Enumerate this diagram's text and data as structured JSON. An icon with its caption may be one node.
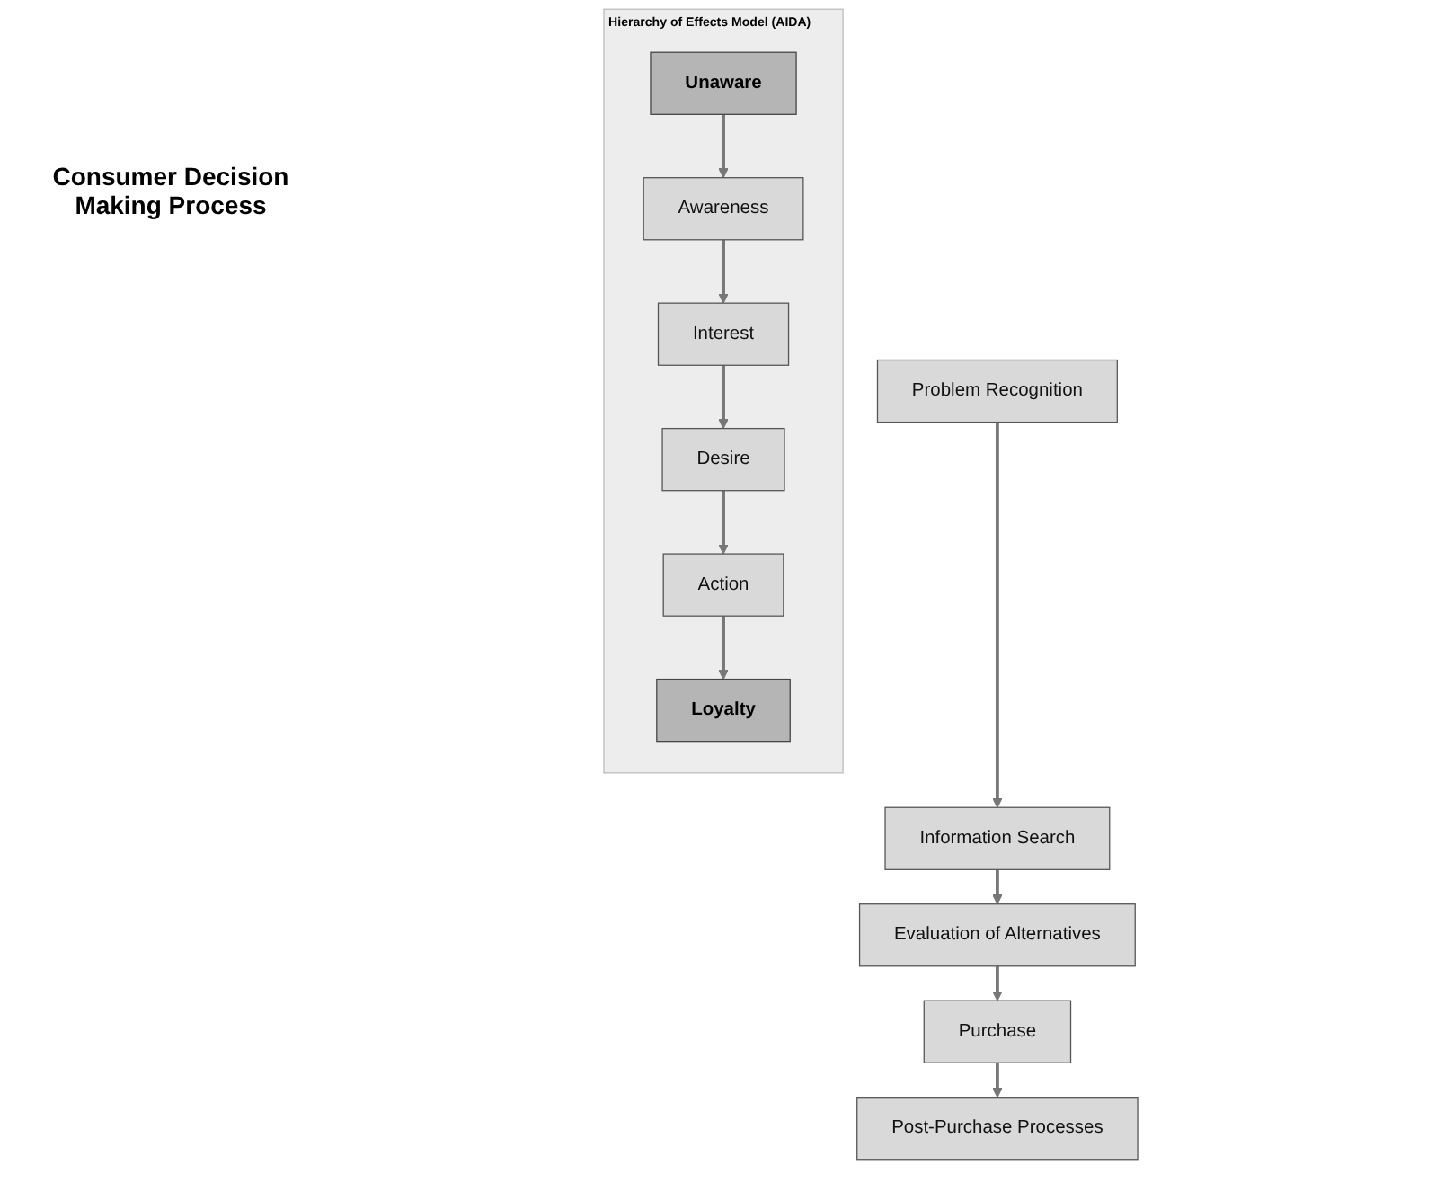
{
  "diagram": {
    "nodes": [
      {
        "text": [
          "Problem Recognition"
        ]
      },
      {
        "text": [
          "Information Search"
        ]
      },
      {
        "text": [
          "Evaluation of Alternatives"
        ]
      },
      {
        "text": [
          "Purchase"
        ]
      },
      {
        "text": [
          "Post-Purchase Processes"
        ]
      },
      {
        "text": [
          "Hierarchy of Effects Model (AIDA)"
        ]
      },
      {
        "text": [
          "Unaware"
        ],
        "in": 5
      },
      {
        "text": [
          "Awareness"
        ],
        "in": 5
      },
      {
        "text": [
          "Interest"
        ],
        "in": 5
      },
      {
        "text": [
          "Desire"
        ],
        "in": 5
      },
      {
        "text": [
          "Action"
        ],
        "in": 5
      },
      {
        "text": [
          "Loyalty"
        ],
        "in": 5
      }
    ],
    "edges": [
      {
        "from": 0,
        "to": 1,
        "arrow": "to"
      },
      {
        "from": 1,
        "to": 2,
        "arrow": "to"
      },
      {
        "from": 2,
        "to": 3,
        "arrow": "to"
      },
      {
        "from": 3,
        "to": 4,
        "arrow": "to"
      },
      {
        "from": 6,
        "to": 7,
        "arrow": "to"
      },
      {
        "from": 7,
        "to": 8,
        "arrow": "to"
      },
      {
        "from": 8,
        "to": 9,
        "arrow": "to"
      },
      {
        "from": 9,
        "to": 10,
        "arrow": "to"
      },
      {
        "from": 10,
        "to": 11,
        "arrow": "to"
      }
    ],
    "labels": [
      "Consumer Decision Making Process"
    ]
  }
}
